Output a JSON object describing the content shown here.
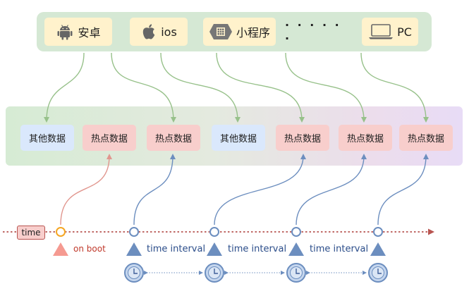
{
  "platforms": [
    {
      "icon": "android-icon",
      "label": "安卓"
    },
    {
      "icon": "apple-icon",
      "label": "ios"
    },
    {
      "icon": "mini-program-icon",
      "label": "小程序"
    },
    {
      "icon": "",
      "label": "· · · · · ·"
    },
    {
      "icon": "laptop-icon",
      "label": "PC"
    }
  ],
  "data_boxes": [
    {
      "label": "其他数据",
      "kind": "other"
    },
    {
      "label": "热点数据",
      "kind": "hot"
    },
    {
      "label": "热点数据",
      "kind": "hot"
    },
    {
      "label": "其他数据",
      "kind": "other"
    },
    {
      "label": "热点数据",
      "kind": "hot"
    },
    {
      "label": "热点数据",
      "kind": "hot"
    },
    {
      "label": "热点数据",
      "kind": "hot"
    }
  ],
  "timeline": {
    "label": "time",
    "boot_label": "on boot",
    "interval_label": "time interval",
    "interval_count": 3
  },
  "colors": {
    "platform_bar": "#d5e8d4",
    "platform_box": "#fff2cc",
    "hot_box": "#f8cecc",
    "other_box": "#dae8fc",
    "platform_arrow": "#97c18a",
    "boot_arrow": "#e1968e",
    "refresh_arrow": "#6c8ebf",
    "timeline": "#b85450",
    "boot_marker": "#f59a91",
    "interval_marker": "#6c8ebf"
  }
}
